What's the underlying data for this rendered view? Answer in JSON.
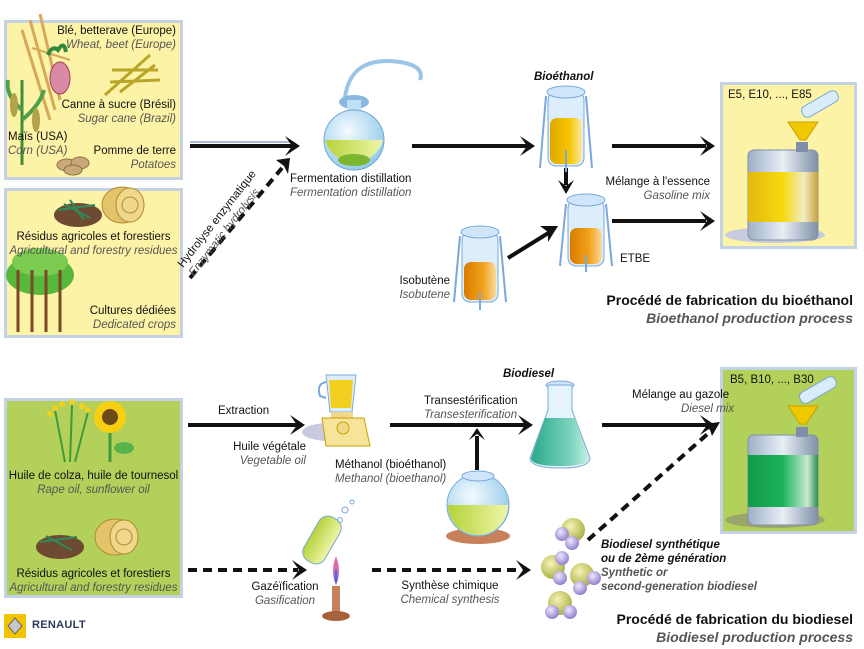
{
  "bioethanol": {
    "title_fr": "Procédé de fabrication du bioéthanol",
    "title_en": "Bioethanol production process",
    "sources_box1": [
      {
        "fr": "Blé, betterave (Europe)",
        "en": "Wheat, beet (Europe)"
      },
      {
        "fr": "Canne à sucre (Brésil)",
        "en": "Sugar cane (Brazil)"
      },
      {
        "fr": "Maïs (USA)",
        "en": "Corn (USA)"
      },
      {
        "fr": "Pomme de terre",
        "en": "Potatoes"
      }
    ],
    "sources_box2": [
      {
        "fr": "Résidus agricoles et forestiers",
        "en": "Agricultural and forestry residues"
      },
      {
        "fr": "Cultures dédiées",
        "en": "Dedicated crops"
      }
    ],
    "hydrolysis": {
      "fr": "Hydrolyse enzymatique",
      "en": "Enzymatic hydrolysis"
    },
    "fermentation": {
      "fr": "Fermentation distillation",
      "en": "Fermentation distillation"
    },
    "product_label": "Bioéthanol",
    "isobutene": {
      "fr": "Isobutène",
      "en": "Isobutene"
    },
    "etbe": "ETBE",
    "mix": {
      "fr": "Mélange à l'essence",
      "en": "Gasoline mix"
    },
    "blends": "E5, E10, ..., E85"
  },
  "biodiesel": {
    "title_fr": "Procédé de fabrication du biodiesel",
    "title_en": "Biodiesel production process",
    "sources": [
      {
        "fr": "Huile de colza, huile de tournesol",
        "en": "Rape oil, sunflower oil"
      },
      {
        "fr": "Résidus agricoles et forestiers",
        "en": "Agricultural and forestry residues"
      }
    ],
    "extraction": "Extraction",
    "vegetable_oil": {
      "fr": "Huile végétale",
      "en": "Vegetable oil"
    },
    "methanol": {
      "fr": "Méthanol (bioéthanol)",
      "en": "Methanol (bioethanol)"
    },
    "transesterification": {
      "fr": "Transestérification",
      "en": "Transesterification"
    },
    "product_label": "Biodiesel",
    "mix": {
      "fr": "Mélange au gazole",
      "en": "Diesel mix"
    },
    "blends": "B5, B10, ..., B30",
    "gasification": {
      "fr": "Gazéïfication",
      "en": "Gasification"
    },
    "chemical_synthesis": {
      "fr": "Synthèse chimique",
      "en": "Chemical synthesis"
    },
    "synthetic": {
      "fr_line1": "Biodiesel synthétique",
      "fr_line2": "ou de 2ème génération",
      "en_line1": "Synthetic or",
      "en_line2": "second-generation biodiesel"
    }
  },
  "brand": {
    "name": "RENAULT"
  },
  "colors": {
    "yellow_box": "#fdf3a6",
    "green_box": "#b3d05a",
    "box_border": "#c4d2e6",
    "arrow": "#111111",
    "arrow_shadow": "#a9bcd6"
  }
}
